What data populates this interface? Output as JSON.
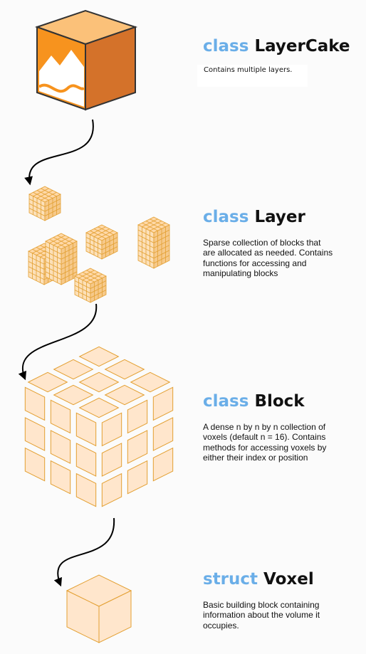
{
  "layercake": {
    "keyword": "class",
    "name": "LayerCake",
    "description": "Contains multiple layers."
  },
  "layer": {
    "keyword": "class",
    "name": "Layer",
    "description": "Sparse collection of blocks that are allocated as needed. Contains functions for accessing and manipulating blocks"
  },
  "block": {
    "keyword": "class",
    "name": "Block",
    "description": "A dense n by n by n collection of voxels (default n = 16). Contains methods for accessing voxels by either their index or position"
  },
  "voxel": {
    "keyword": "struct",
    "name": "Voxel",
    "description": "Basic building block containing information about the volume it occupies."
  },
  "colors": {
    "keyword": "#6aaee8",
    "orange_light": "#fbc179",
    "orange_mid": "#f7931e",
    "orange_dark": "#d4722a",
    "block_fill": "#ffe6cc",
    "block_stroke": "#e3a033"
  }
}
